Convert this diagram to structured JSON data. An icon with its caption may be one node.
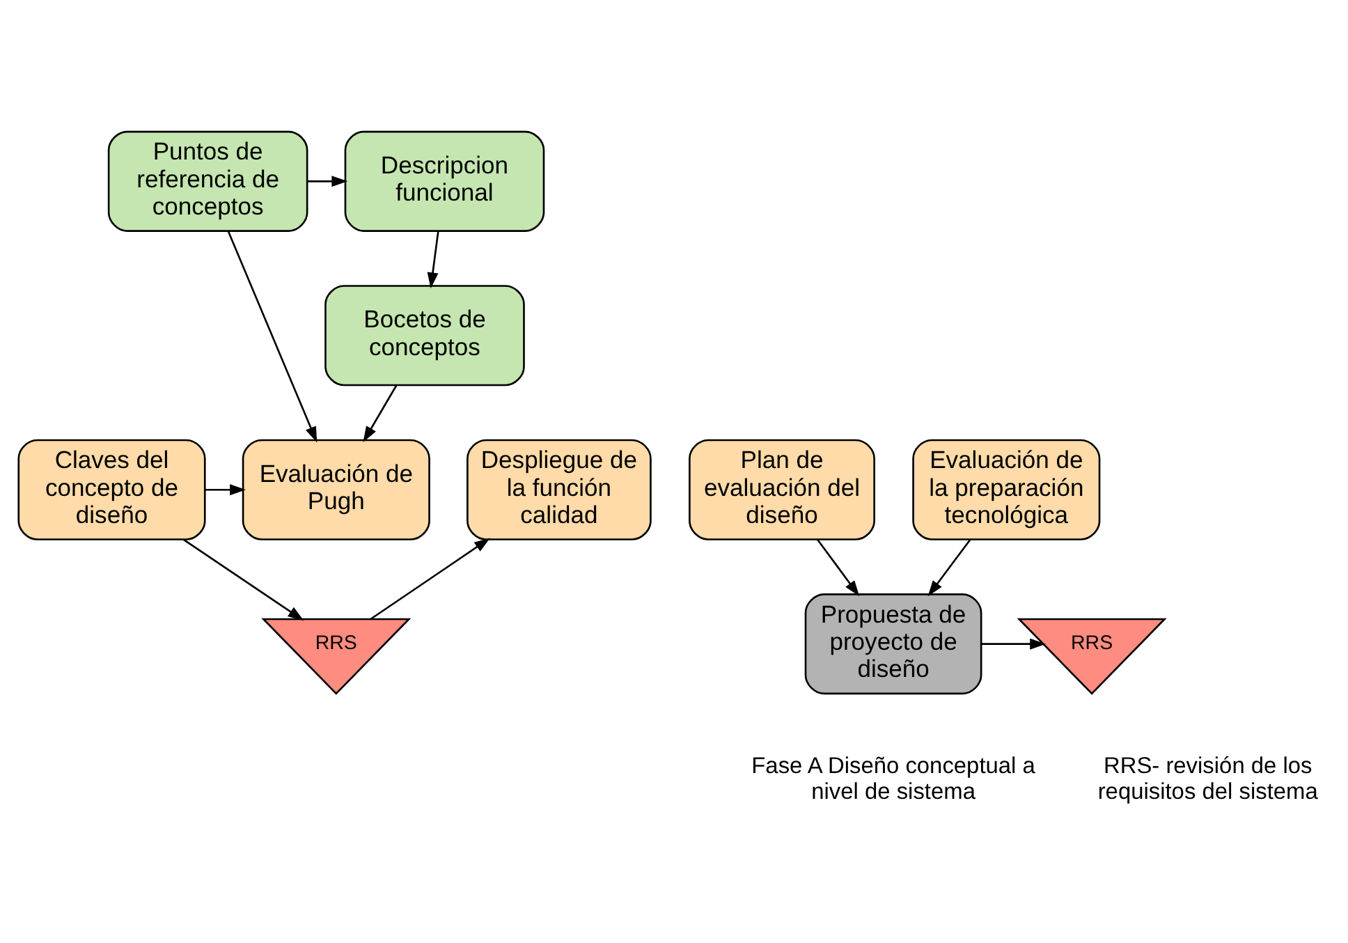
{
  "diagram": {
    "nodes": [
      {
        "text": [
          "Puntos de referencia de conceptos"
        ]
      },
      {
        "text": [
          "Descripcion funcional"
        ]
      },
      {
        "text": [
          "Bocetos de conceptos"
        ]
      },
      {
        "text": [
          "Despliegue de la función calidad"
        ]
      },
      {
        "text": [
          "Plan de evaluación del diseño"
        ]
      },
      {
        "text": [
          "Claves del concepto de diseño"
        ]
      },
      {
        "text": [
          "Evaluación de la preparación tecnológica"
        ]
      },
      {
        "text": [
          "Evaluación de Pugh"
        ]
      },
      {
        "text": [
          "RRS"
        ]
      },
      {
        "text": [
          "Propuesta de proyecto de diseño"
        ]
      },
      {
        "text": [
          "RRS"
        ]
      }
    ],
    "edges": [
      {
        "from": 0,
        "to": 1,
        "arrow": "to"
      },
      {
        "from": 1,
        "to": 2,
        "arrow": "to"
      },
      {
        "from": 2,
        "to": 7,
        "arrow": "to"
      },
      {
        "from": 0,
        "to": 7,
        "arrow": "to"
      },
      {
        "from": 5,
        "to": 7,
        "arrow": "to"
      },
      {
        "from": 5,
        "to": 8,
        "arrow": "to"
      },
      {
        "from": 8,
        "to": 3,
        "arrow": "to"
      },
      {
        "from": 6,
        "to": 9,
        "arrow": "to"
      },
      {
        "from": 4,
        "to": 9,
        "arrow": "to"
      },
      {
        "from": 9,
        "to": 10,
        "arrow": "to"
      }
    ],
    "labels": [
      "Fase A Diseño conceptual a nivel de sistema",
      "RRS- revisión de los requisitos del sistema"
    ]
  }
}
